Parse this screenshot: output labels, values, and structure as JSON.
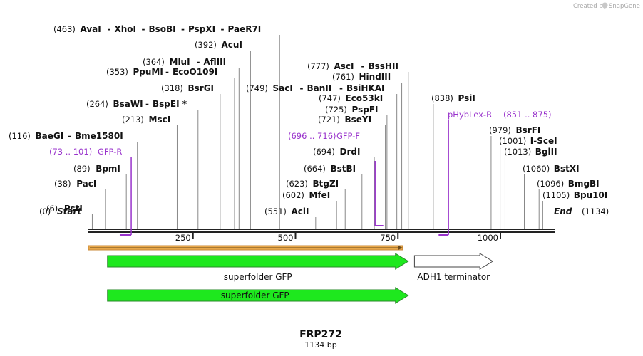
{
  "credit": {
    "prefix": "Created by",
    "brand": "SnapGene"
  },
  "map": {
    "title": "FRP272",
    "length_label": "1134 bp",
    "length_bp": 1134,
    "ticks": [
      {
        "bp": 250,
        "label": "250"
      },
      {
        "bp": 500,
        "label": "500"
      },
      {
        "bp": 750,
        "label": "750"
      },
      {
        "bp": 1000,
        "label": "1000"
      }
    ],
    "ends": {
      "start": {
        "pos": "(0)",
        "name": "Start"
      },
      "end": {
        "name": "End",
        "pos": "(1134)"
      }
    },
    "sites": [
      {
        "bp": 6,
        "pos": "(6)",
        "names": [
          "PstI"
        ]
      },
      {
        "bp": 38,
        "pos": "(38)",
        "names": [
          "PacI"
        ]
      },
      {
        "bp": 89,
        "pos": "(89)",
        "names": [
          "BpmI"
        ]
      },
      {
        "bp": 116,
        "pos": "(116)",
        "names": [
          "BaeGI",
          "Bme1580I"
        ]
      },
      {
        "bp": 213,
        "pos": "(213)",
        "names": [
          "MscI"
        ]
      },
      {
        "bp": 264,
        "pos": "(264)",
        "names": [
          "BsaWI",
          "BspEI *"
        ]
      },
      {
        "bp": 318,
        "pos": "(318)",
        "names": [
          "BsrGI"
        ]
      },
      {
        "bp": 353,
        "pos": "(353)",
        "names": [
          "PpuMI",
          "EcoO109I"
        ]
      },
      {
        "bp": 364,
        "pos": "(364)",
        "names": [
          "MluI",
          "AflIII"
        ]
      },
      {
        "bp": 392,
        "pos": "(392)",
        "names": [
          "AcuI"
        ]
      },
      {
        "bp": 463,
        "pos": "(463)",
        "names": [
          "AvaI",
          "XhoI",
          "BsoBI",
          "PspXI",
          "PaeR7I"
        ]
      },
      {
        "bp": 551,
        "pos": "(551)",
        "names": [
          "AclI"
        ]
      },
      {
        "bp": 602,
        "pos": "(602)",
        "names": [
          "MfeI"
        ]
      },
      {
        "bp": 623,
        "pos": "(623)",
        "names": [
          "BtgZI"
        ]
      },
      {
        "bp": 664,
        "pos": "(664)",
        "names": [
          "BstBI"
        ]
      },
      {
        "bp": 694,
        "pos": "(694)",
        "names": [
          "DrdI"
        ]
      },
      {
        "bp": 721,
        "pos": "(721)",
        "names": [
          "BseYI"
        ]
      },
      {
        "bp": 725,
        "pos": "(725)",
        "names": [
          "PspFI"
        ]
      },
      {
        "bp": 747,
        "pos": "(747)",
        "names": [
          "Eco53kI"
        ]
      },
      {
        "bp": 749,
        "pos": "(749)",
        "names": [
          "SacI",
          "BanII",
          "BsiHKAI"
        ]
      },
      {
        "bp": 761,
        "pos": "(761)",
        "names": [
          "HindIII"
        ]
      },
      {
        "bp": 777,
        "pos": "(777)",
        "names": [
          "AscI",
          "BssHII"
        ]
      },
      {
        "bp": 838,
        "pos": "(838)",
        "names": [
          "PsiI"
        ]
      },
      {
        "bp": 979,
        "pos": "(979)",
        "names": [
          "BsrFI"
        ]
      },
      {
        "bp": 1001,
        "pos": "(1001)",
        "names": [
          "I-SceI"
        ]
      },
      {
        "bp": 1013,
        "pos": "(1013)",
        "names": [
          "BglII"
        ]
      },
      {
        "bp": 1060,
        "pos": "(1060)",
        "names": [
          "BstXI"
        ]
      },
      {
        "bp": 1096,
        "pos": "(1096)",
        "names": [
          "BmgBI"
        ]
      },
      {
        "bp": 1105,
        "pos": "(1105)",
        "names": [
          "Bpu10I"
        ]
      }
    ],
    "primers": [
      {
        "range": "(73 .. 101)",
        "name": "GFP-R",
        "start": 73,
        "end": 101,
        "direction": "reverse"
      },
      {
        "range": "(696 .. 716)",
        "name": "GFP-F",
        "start": 696,
        "end": 716,
        "direction": "forward"
      },
      {
        "name": "pHybLex-R",
        "range": "(851 .. 875)",
        "start": 851,
        "end": 875,
        "direction": "reverse"
      }
    ],
    "features": [
      {
        "name": "superfolder GFP",
        "start": 43,
        "end": 763,
        "color": "#1ee81e",
        "label_below": true
      },
      {
        "name": "ADH1 terminator",
        "start": 792,
        "end": 969,
        "color": "#ffffff",
        "label_below": true
      },
      {
        "name": "superfolder GFP",
        "start": 43,
        "end": 763,
        "color": "#1ee81e",
        "label_below": false
      }
    ],
    "orf": {
      "start": 0,
      "end": 763,
      "color": "#e8a84a"
    },
    "primer_color": "#9933cc"
  }
}
